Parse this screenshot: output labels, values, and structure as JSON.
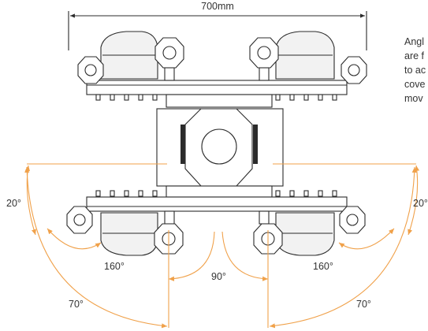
{
  "dimension": {
    "width_label": "700mm"
  },
  "caption": {
    "lines": [
      "Angl",
      "are f",
      "to ac",
      "cove",
      "mov"
    ]
  },
  "angles": {
    "left_outer": "20°",
    "right_outer": "20°",
    "left_inner": "160°",
    "right_inner": "160°",
    "center": "90°",
    "left_bottom": "70°",
    "right_bottom": "70°"
  },
  "colors": {
    "line": "#2b2b2b",
    "angle_marker": "#f0a14a",
    "text": "#333333"
  }
}
